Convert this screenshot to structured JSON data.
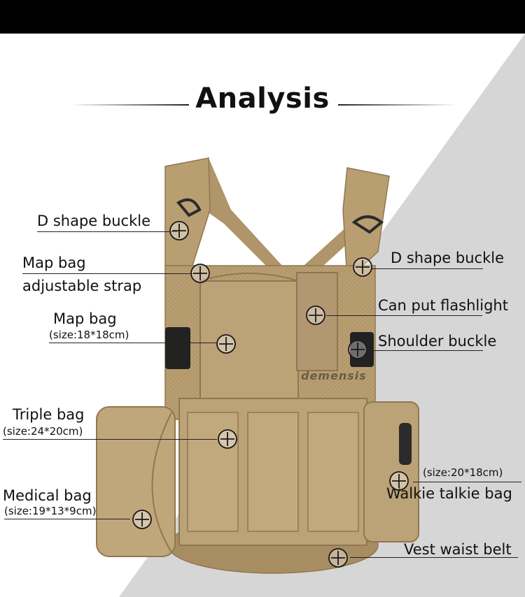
{
  "title": "Analysis",
  "watermark": "demensis",
  "colors": {
    "top_bar": "#000000",
    "background_shape": "#d6d6d6",
    "vest": "#b99e72",
    "vest_dark": "#8f774f",
    "marker": "#1a1a1a"
  },
  "icons": {
    "marker": "crosshair-circle-icon"
  },
  "labels": {
    "d_buckle_left": "D shape buckle",
    "map_bag_strap_line1": "Map bag",
    "map_bag_strap_line2": "adjustable strap",
    "map_bag": "Map bag",
    "map_bag_size": "(size:18*18cm)",
    "triple_bag": "Triple bag",
    "triple_bag_size": "(size:24*20cm)",
    "medical_bag": "Medical bag",
    "medical_bag_size": "(size:19*13*9cm)",
    "d_buckle_right": "D shape buckle",
    "flashlight": "Can put flashlight",
    "shoulder_buckle": "Shoulder buckle",
    "walkie_size": "(size:20*18cm)",
    "walkie_bag": "Walkie talkie bag",
    "waist_belt": "Vest waist belt"
  }
}
